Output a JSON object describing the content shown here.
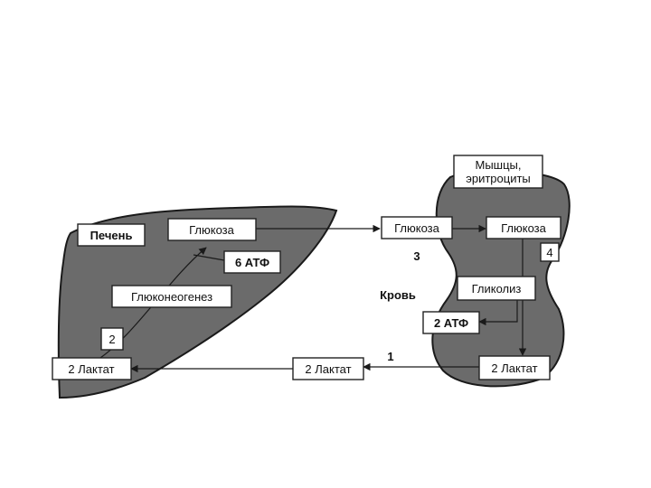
{
  "colors": {
    "organ_fill": "#6b6b6b",
    "outline": "#1a1a1a",
    "box_fill": "#ffffff"
  },
  "liver": {
    "title": "Печень",
    "glucose": "Глюкоза",
    "atp": "6 АТФ",
    "process": "Глюконеогенез",
    "step": "2",
    "lactate": "2 Лактат"
  },
  "blood": {
    "label": "Кровь",
    "glucose": "Глюкоза",
    "lactate": "2 Лактат",
    "step_glucose": "3",
    "step_lactate": "1"
  },
  "muscle": {
    "title_line1": "Мышцы,",
    "title_line2": "эритроциты",
    "glucose": "Глюкоза",
    "step": "4",
    "process": "Гликолиз",
    "atp": "2 АТФ",
    "lactate": "2 Лактат"
  }
}
